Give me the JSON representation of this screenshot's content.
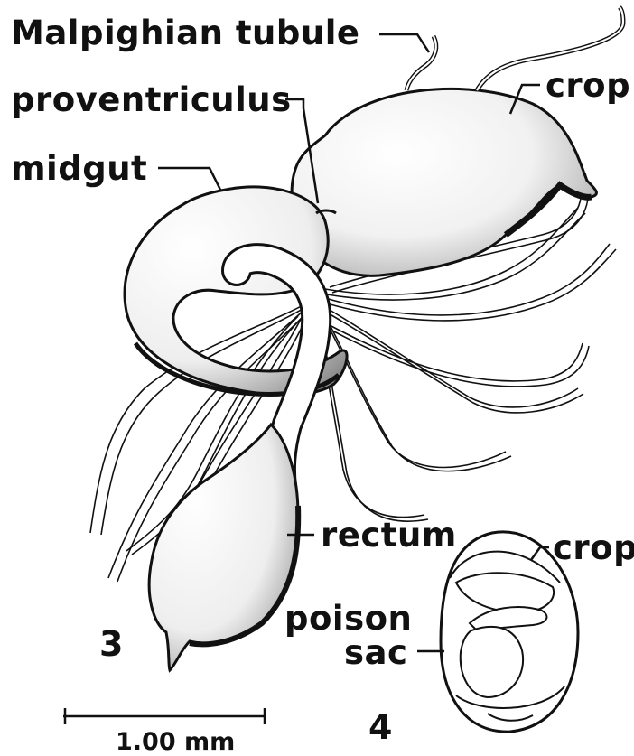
{
  "labels": {
    "malpighian_tubule": "Malpighian tubule",
    "proventriculus": "proventriculus",
    "midgut": "midgut",
    "crop_main": "crop",
    "rectum": "rectum",
    "crop_small": "crop",
    "poison_sac": "poison",
    "poison_sac_line2": "sac",
    "figure_3": "3",
    "figure_4": "4",
    "scale": "1.00 mm"
  },
  "colors": {
    "ink": "#111111",
    "paper": "#ffffff"
  }
}
